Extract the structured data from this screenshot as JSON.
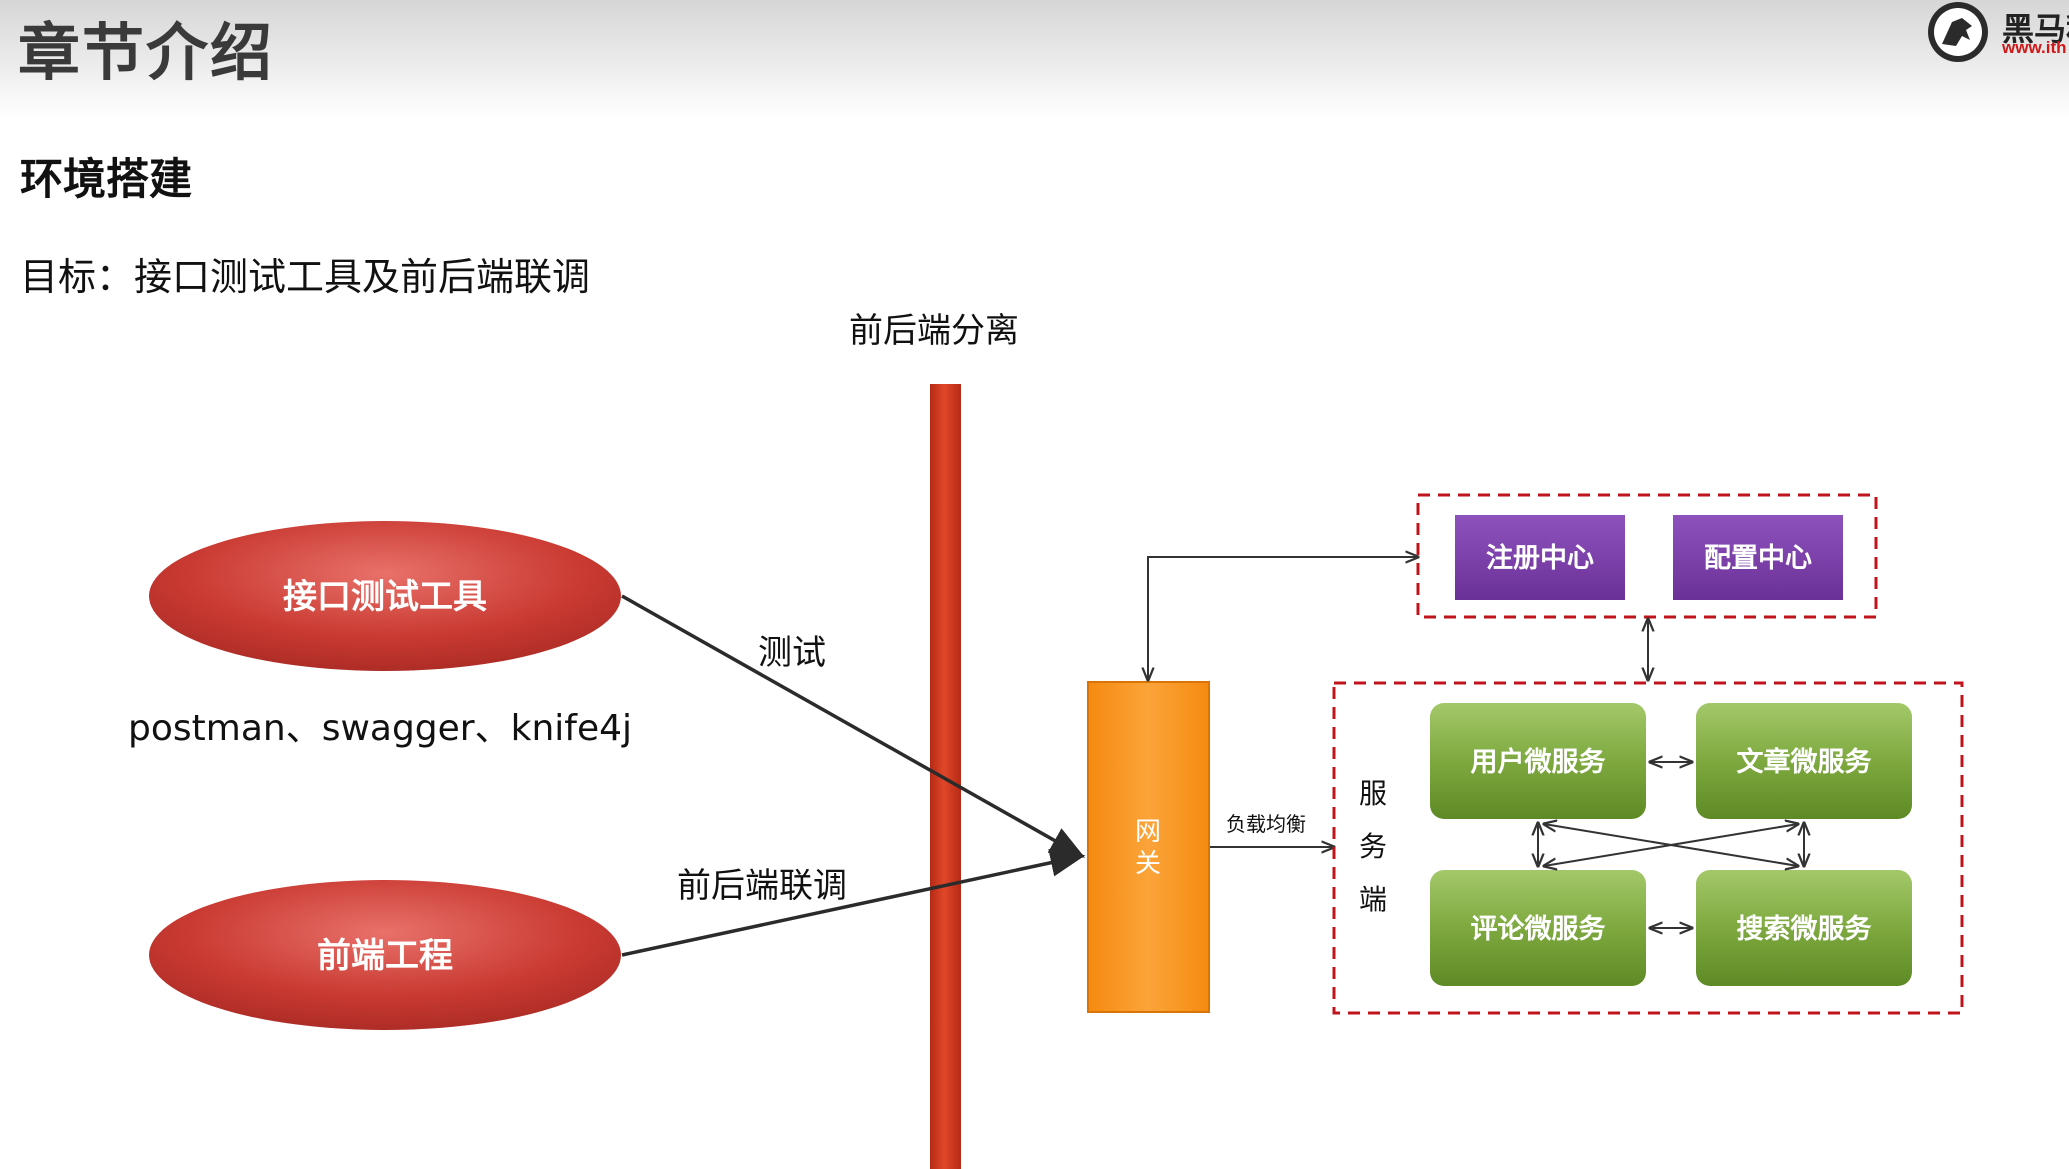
{
  "header": {
    "title": "章节介绍",
    "logo_text": "黑马程",
    "logo_url": "www.ith"
  },
  "section_title": "环境搭建",
  "goal": "目标：接口测试工具及前后端联调",
  "diagram": {
    "separation_label": "前后端分离",
    "left_nodes": {
      "tool_node": "接口测试工具",
      "tools_list": "postman、swagger、knife4j",
      "frontend_node": "前端工程"
    },
    "edge_labels": {
      "test": "测试",
      "integration": "前后端联调",
      "load_balance": "负载均衡"
    },
    "gateway": {
      "char1": "网",
      "char2": "关"
    },
    "infra": {
      "registry": "注册中心",
      "config": "配置中心"
    },
    "service_side": {
      "c1": "服",
      "c2": "务",
      "c3": "端"
    },
    "services": {
      "user": "用户微服务",
      "article": "文章微服务",
      "comment": "评论微服务",
      "search": "搜索微服务"
    }
  },
  "colors": {
    "ellipse": "#c0302a",
    "separator_bar": "#d13a1c",
    "gateway": "#f7941d",
    "infra_box": "#7a3ea8",
    "service_box": "#6e9b32",
    "dashed_border": "#c0141c"
  }
}
